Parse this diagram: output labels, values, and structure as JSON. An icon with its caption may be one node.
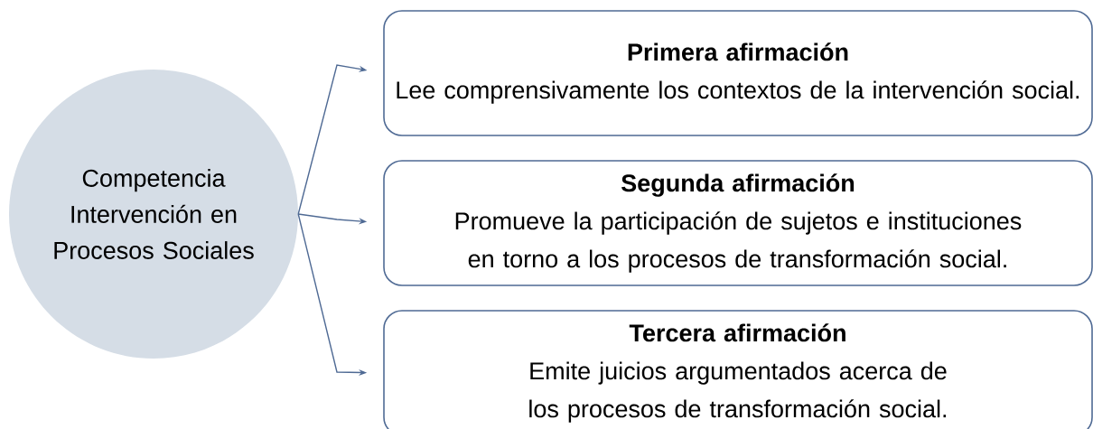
{
  "diagram": {
    "nodes": [
      {
        "text": [
          "Competencia Intervención en Procesos Sociales"
        ]
      },
      {
        "text": [
          "Primera afirmación",
          "Lee comprensivamente los contextos de la intervención social."
        ]
      },
      {
        "text": [
          "Segunda afirmación",
          "Promueve la participación de sujetos e instituciones en torno a los procesos de transformación social."
        ]
      },
      {
        "text": [
          "Tercera afirmación",
          "Emite juicios argumentados acerca de los procesos de transformación social."
        ]
      }
    ],
    "edges": [
      {
        "from": 0,
        "to": 1,
        "arrow": "to"
      },
      {
        "from": 0,
        "to": 2,
        "arrow": "to"
      },
      {
        "from": 0,
        "to": 3,
        "arrow": "to"
      }
    ]
  }
}
